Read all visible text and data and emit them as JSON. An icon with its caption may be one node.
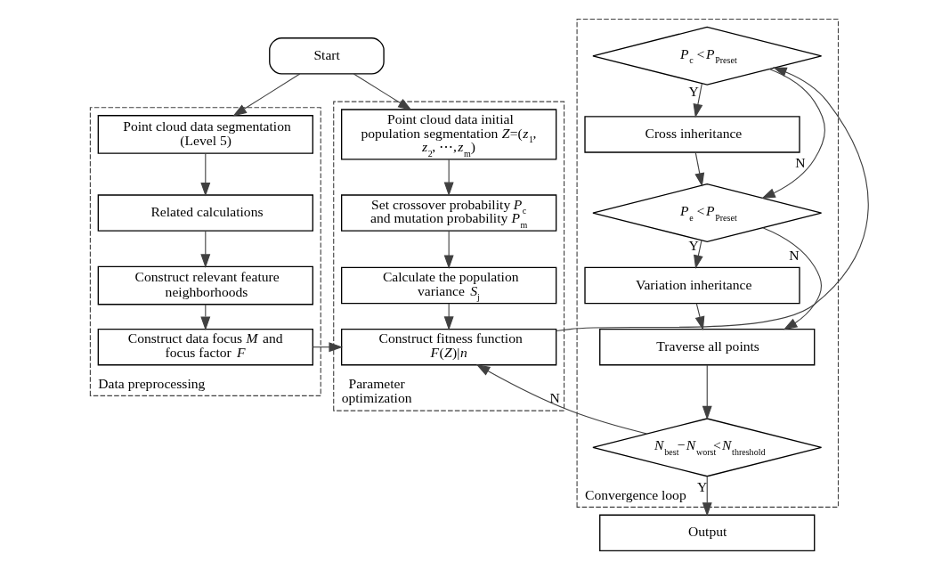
{
  "diagram": {
    "nodes": [
      {
        "text": [
          "Start"
        ]
      },
      {
        "text": [
          "Data preprocessing"
        ]
      },
      {
        "text": [
          "Point cloud data segmentation (Level 5)"
        ],
        "in": 1
      },
      {
        "text": [
          "Related calculations"
        ],
        "in": 1
      },
      {
        "text": [
          "Construct relevant feature neighborhoods"
        ],
        "in": 1
      },
      {
        "text": [
          "Construct data focus *M* and focus factor *F*"
        ],
        "in": 1
      },
      {
        "text": [
          "Parameter optimization"
        ]
      },
      {
        "text": [
          "Point cloud data initial population segmentation *Z*=(*z*$_{1}$, *z*$_{2}$, ⋯,*z*$_{m}$)"
        ],
        "in": 6
      },
      {
        "text": [
          "Set crossover probability *P*$_{c}$ and mutation probability *P*$_{m}$"
        ],
        "in": 6
      },
      {
        "text": [
          "Calculate the population variance *S*$_{j}$"
        ],
        "in": 6
      },
      {
        "text": [
          "Construct fitness function *F*(*Z*)|*n*"
        ],
        "in": 6
      },
      {
        "text": [
          "Convergence loop"
        ]
      },
      {
        "text": [
          "*P*$_{c}$ <*P*$_{Preset}$"
        ],
        "in": 11
      },
      {
        "text": [
          "Cross inheritance"
        ],
        "in": 11
      },
      {
        "text": [
          "*P*$_{e}$ <*P*$_{Preset}$"
        ],
        "in": 11
      },
      {
        "text": [
          "Variation inheritance"
        ],
        "in": 11
      },
      {
        "text": [
          "Traverse all points"
        ],
        "in": 11
      },
      {
        "text": [
          "*N*$_{best}$−*N*$_{worst}$<*N*$_{threshold}$"
        ],
        "in": 11
      },
      {
        "text": [
          "Output"
        ]
      }
    ],
    "edges": [
      {
        "from": 0,
        "to": 2,
        "arrow": "to"
      },
      {
        "from": 0,
        "to": 7,
        "arrow": "to"
      },
      {
        "from": 2,
        "to": 3,
        "arrow": "to"
      },
      {
        "from": 3,
        "to": 4,
        "arrow": "to"
      },
      {
        "from": 4,
        "to": 5,
        "arrow": "to"
      },
      {
        "from": 7,
        "to": 8,
        "arrow": "to"
      },
      {
        "from": 8,
        "to": 9,
        "arrow": "to"
      },
      {
        "from": 9,
        "to": 10,
        "arrow": "to"
      },
      {
        "from": 5,
        "to": 10,
        "arrow": "to"
      },
      {
        "from": 10,
        "to": 12,
        "arrow": "to"
      },
      {
        "from": 12,
        "to": 13,
        "arrow": "to",
        "label": "Y"
      },
      {
        "from": 12,
        "to": 14,
        "arrow": "to",
        "label": "N"
      },
      {
        "from": 13,
        "to": 14,
        "arrow": "to"
      },
      {
        "from": 14,
        "to": 15,
        "arrow": "to",
        "label": "Y"
      },
      {
        "from": 14,
        "to": 16,
        "arrow": "to",
        "label": "N"
      },
      {
        "from": 15,
        "to": 16,
        "arrow": "to"
      },
      {
        "from": 16,
        "to": 17,
        "arrow": "to"
      },
      {
        "from": 17,
        "to": 10,
        "arrow": "to",
        "label": "N"
      },
      {
        "from": 17,
        "to": 18,
        "arrow": "to",
        "label": "Y"
      }
    ]
  }
}
